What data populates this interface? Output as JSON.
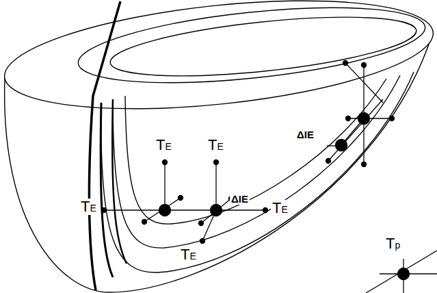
{
  "diagram": {
    "labels": [
      "ΔIE",
      "TE",
      "TE",
      "TE",
      "ΔIE",
      "TE",
      "TE",
      "Tp"
    ]
  }
}
